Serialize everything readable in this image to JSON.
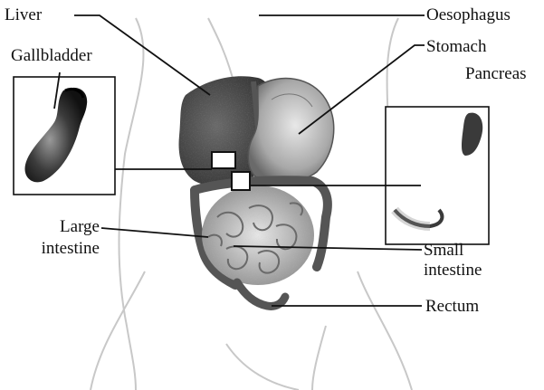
{
  "labels": {
    "liver": "Liver",
    "oesophagus": "Oesophagus",
    "gallbladder": "Gallbladder",
    "stomach": "Stomach",
    "pancreas": "Pancreas",
    "large_intestine_1": "Large",
    "large_intestine_2": "intestine",
    "small_intestine_1": "Small",
    "small_intestine_2": "intestine",
    "rectum": "Rectum"
  },
  "colors": {
    "ink": "#111111",
    "organ_dark": "#3a3a3a",
    "organ_mid": "#7a7a7a",
    "organ_light": "#c4c4c4",
    "body_outline": "#bdbdbd"
  }
}
